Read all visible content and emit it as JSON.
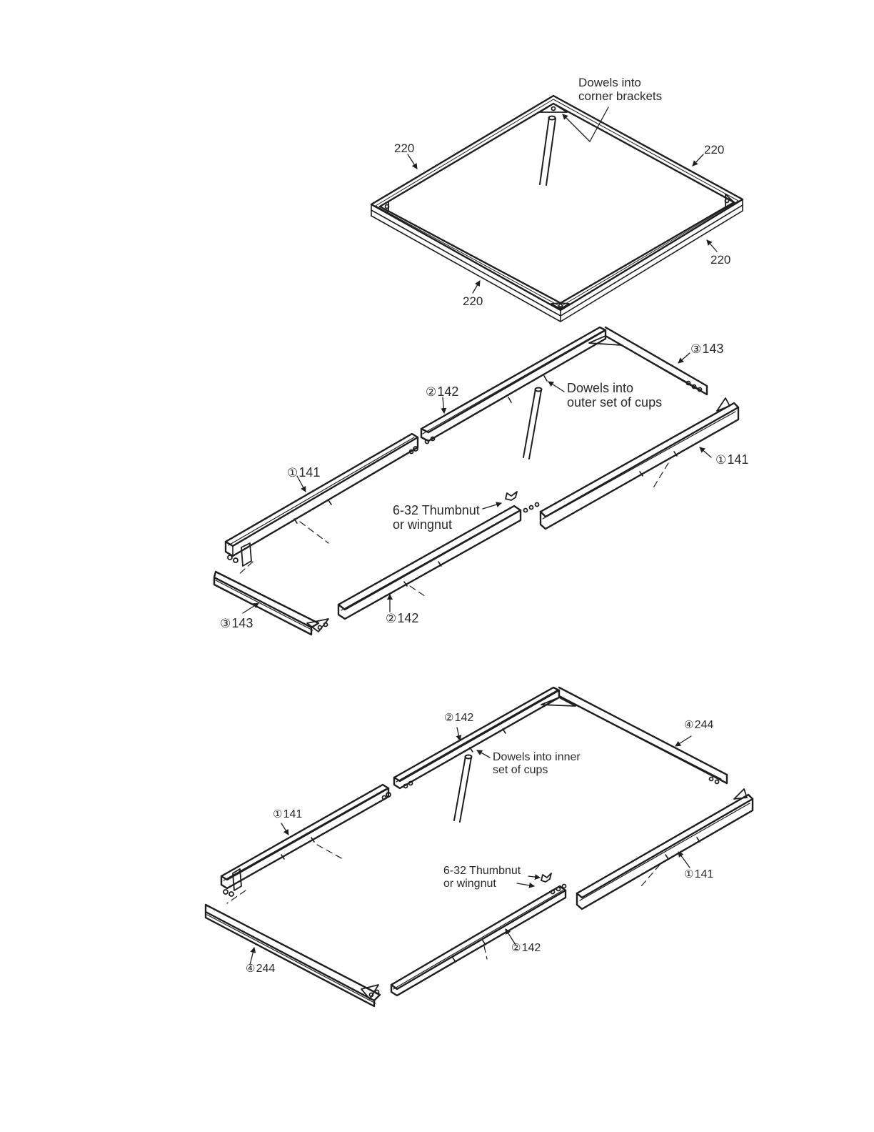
{
  "figure_a": {
    "callout_dowels": [
      "Dowels into",
      "corner brackets"
    ],
    "ref_left_top": "220",
    "ref_right_top": "220",
    "ref_right_bottom": "220",
    "ref_bottom": "220"
  },
  "figure_b": {
    "circ_3_top": "③",
    "ref_3_top": "143",
    "circ_2_top": "②",
    "ref_2_top": "142",
    "callout_dowels": [
      "Dowels into",
      "outer set of cups"
    ],
    "circ_1_right": "①",
    "ref_1_right": "141",
    "circ_1_left": "①",
    "ref_1_left": "141",
    "callout_thumbnut": [
      "6-32 Thumbnut",
      "or wingnut"
    ],
    "circ_3_bottom": "③",
    "ref_3_bottom": "143",
    "circ_2_bottom": "②",
    "ref_2_bottom": "142"
  },
  "figure_c": {
    "circ_2_top": "②",
    "ref_2_top": "142",
    "circ_4_top": "④",
    "ref_4_top": "244",
    "callout_dowels": [
      "Dowels into inner",
      "set of cups"
    ],
    "circ_1_left": "①",
    "ref_1_left": "141",
    "callout_thumbnut": [
      "6-32 Thumbnut",
      "or wingnut"
    ],
    "circ_1_right": "①",
    "ref_1_right": "141",
    "circ_2_bottom": "②",
    "ref_2_bottom": "142",
    "circ_4_bottom": "④",
    "ref_4_bottom": "244"
  }
}
